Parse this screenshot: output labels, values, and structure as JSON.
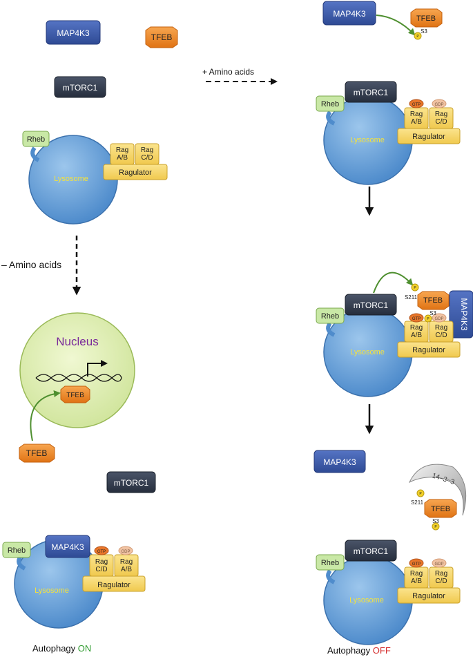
{
  "proteins": {
    "map4k3": "MAP4K3",
    "tfeb": "TFEB",
    "mtorc1": "mTORC1",
    "rheb": "Rheb",
    "lysosome": "Lysosome",
    "rag_ab": "Rag\nA/B",
    "rag_cd": "Rag\nC/D",
    "ragulator": "Ragulator",
    "gtp": "GTP",
    "gdp": "GDP",
    "p": "P",
    "s3": "S3",
    "s211": "S211",
    "protein_1433": "14–3–3",
    "nucleus": "Nucleus"
  },
  "arrows": {
    "plus_amino": "+ Amino acids",
    "minus_amino": "– Amino acids"
  },
  "captions": {
    "autophagy": "Autophagy",
    "on": "ON",
    "off": "OFF"
  },
  "colors": {
    "map4k3": "#3b5aa8",
    "tfeb": "#f08a2a",
    "mtorc1": "#333d4f",
    "rheb": "#c9e8a6",
    "lysosome": "#6fa6d8",
    "rag": "#f6d66b",
    "nucleus": "#e2f0b5",
    "nucleus_label": "#7a2a9a",
    "on": "#2e9a2e",
    "off": "#d42a2a",
    "green_arrow": "#4e8f2f"
  }
}
